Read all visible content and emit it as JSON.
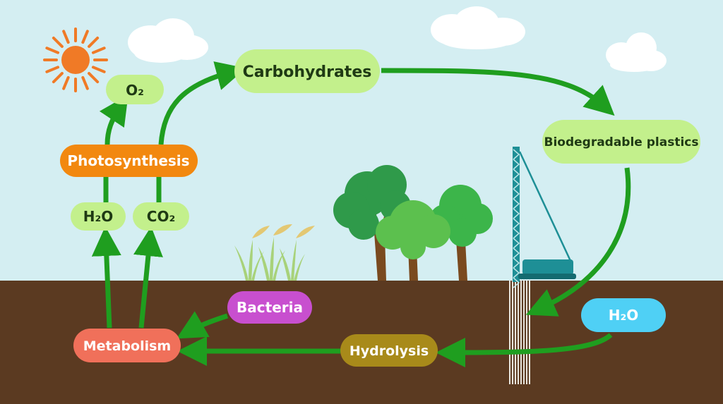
{
  "colors": {
    "sky": "#d4eef2",
    "soil": "#5b3a21",
    "arrow": "#1f9e1f",
    "light_green_pill": "#c3f08c",
    "orange_pill": "#f2880f",
    "purple_pill": "#c84fcf",
    "salmon_pill": "#f0705a",
    "olive_pill": "#a88a1a",
    "cyan_pill": "#4fd0f5",
    "sun": "#f07a26",
    "crane": "#1e8f96"
  },
  "nodes": {
    "carbohydrates": "Carbohydrates",
    "o2": "O₂",
    "photosynthesis": "Photosynthesis",
    "h2o_left": "H₂O",
    "co2": "CO₂",
    "biodegradable_plastics": "Biodegradable plastics",
    "bacteria": "Bacteria",
    "metabolism": "Metabolism",
    "hydrolysis": "Hydrolysis",
    "h2o_right": "H₂O"
  },
  "icons": {
    "sun": "sun-icon",
    "clouds": "cloud-icon",
    "trees": "tree-icon",
    "grass": "grass-icon",
    "crane": "pile-driver-icon"
  }
}
